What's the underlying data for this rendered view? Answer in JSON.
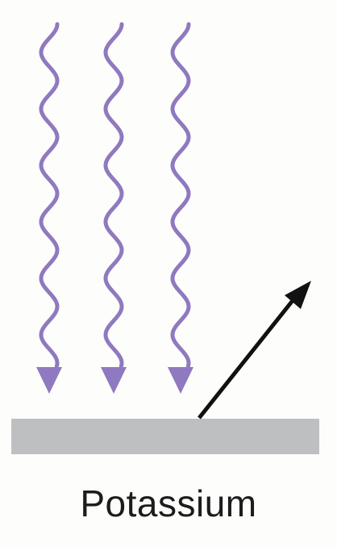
{
  "diagram": {
    "metal_label": "Potassium",
    "colors": {
      "incoming_light": "#8f79c0",
      "metal_surface": "#bdbfc1",
      "emitted_electron": "#111111",
      "background": "#fdfdfb"
    },
    "incoming_waves_count": 3,
    "emitted_arrow_count": 1
  }
}
